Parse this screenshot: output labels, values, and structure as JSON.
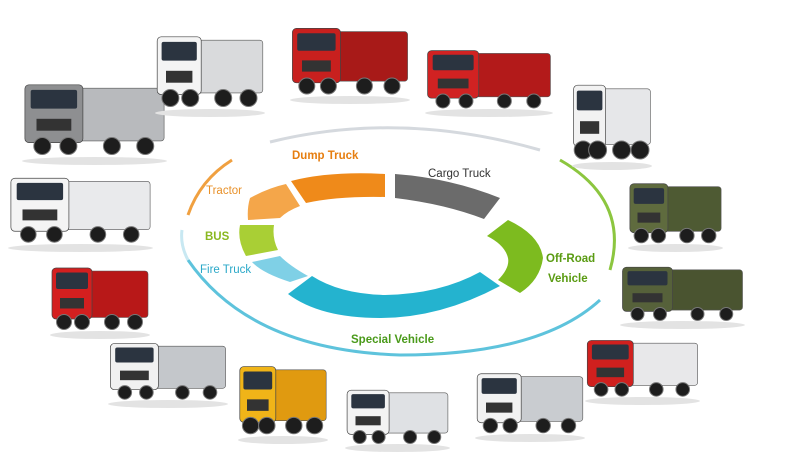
{
  "segments": [
    {
      "id": "dump-truck",
      "label": "Dump Truck",
      "color": "#ef8a1a"
    },
    {
      "id": "cargo-truck",
      "label": "Cargo Truck",
      "color": "#6b6b6b"
    },
    {
      "id": "off-road",
      "label_line1": "Off-Road",
      "label_line2": "Vehicle",
      "color": "#7dbb1f"
    },
    {
      "id": "special-vehicle",
      "label": "Special Vehicle",
      "color": "#24b3cf"
    },
    {
      "id": "fire-truck",
      "label": "Fire Truck",
      "color": "#7fd0e6"
    },
    {
      "id": "bus",
      "label": "BUS",
      "color": "#a9cf35"
    },
    {
      "id": "tractor",
      "label": "Tractor",
      "color": "#f4a64a"
    }
  ],
  "colors": {
    "label_dump": "#e67e10",
    "label_cargo": "#333333",
    "label_offroad": "#5a9b12",
    "label_special": "#4a9a1a",
    "label_fire": "#2aa8c8",
    "label_bus": "#8ab820",
    "label_tractor": "#e8912a",
    "ring_outer_gray": "#d5d9de",
    "ring_outer_orange": "#f0a040",
    "ring_outer_green": "#8cc63f",
    "ring_outer_cyan": "#5ec3dc"
  },
  "vehicles": [
    {
      "name": "tractor-unit-gray",
      "cab": "#8e8f91",
      "body": "#b8babd"
    },
    {
      "name": "dump-truck-white",
      "cab": "#f4f4f4",
      "body": "#d9dadc"
    },
    {
      "name": "dump-truck-red",
      "cab": "#c8201e",
      "body": "#a81a18"
    },
    {
      "name": "cargo-truck-red",
      "cab": "#d12222",
      "body": "#b31a1a"
    },
    {
      "name": "box-truck-white",
      "cab": "#f2f2f2",
      "body": "#e6e7e9"
    },
    {
      "name": "armored-vehicle-green",
      "cab": "#5f6b3e",
      "body": "#4e5a33"
    },
    {
      "name": "military-truck-green",
      "cab": "#56613a",
      "body": "#4a5430"
    },
    {
      "name": "tanker-semi-red",
      "cab": "#d0201e",
      "body": "#e8e8ea"
    },
    {
      "name": "fuel-tanker-white",
      "cab": "#f2f2f2",
      "body": "#c9ccd0"
    },
    {
      "name": "sweeper-truck-white",
      "cab": "#f3f3f3",
      "body": "#dfe1e4"
    },
    {
      "name": "aerial-work-truck-yellow",
      "cab": "#f0b418",
      "body": "#e09a10"
    },
    {
      "name": "mixer-truck-white",
      "cab": "#f1f1f1",
      "body": "#c4c7cb"
    },
    {
      "name": "fire-truck-red",
      "cab": "#d41f1f",
      "body": "#b81818"
    },
    {
      "name": "bus-white",
      "cab": "#f4f4f4",
      "body": "#e9eaec"
    }
  ]
}
